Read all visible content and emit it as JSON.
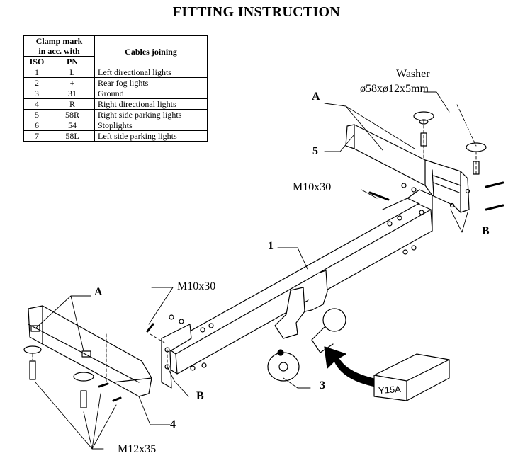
{
  "title": "FITTING INSTRUCTION",
  "legend_table": {
    "header_group": "Clamp mark\nin acc. with",
    "col_iso": "ISO",
    "col_pn": "PN",
    "col_desc": "Cables joining",
    "rows": [
      {
        "iso": "1",
        "pn": "L",
        "desc": "Left directional lights"
      },
      {
        "iso": "2",
        "pn": "+",
        "desc": "Rear fog lights"
      },
      {
        "iso": "3",
        "pn": "31",
        "desc": "Ground"
      },
      {
        "iso": "4",
        "pn": "R",
        "desc": "Right directional lights"
      },
      {
        "iso": "5",
        "pn": "58R",
        "desc": "Right side parking lights"
      },
      {
        "iso": "6",
        "pn": "54",
        "desc": "Stoplights"
      },
      {
        "iso": "7",
        "pn": "58L",
        "desc": "Left side parking lights"
      }
    ]
  },
  "labels": {
    "washer": "Washer",
    "washer_dim": "ø58xø12x5mm",
    "a_top": "A",
    "part_5": "5",
    "m10x30_right": "M10x30",
    "b_right": "B",
    "part_1": "1",
    "a_left": "A",
    "m10x30_left": "M10x30",
    "b_mid": "B",
    "part_3": "3",
    "part_4": "4",
    "m12x35": "M12x35",
    "box_code": "Y15A"
  }
}
